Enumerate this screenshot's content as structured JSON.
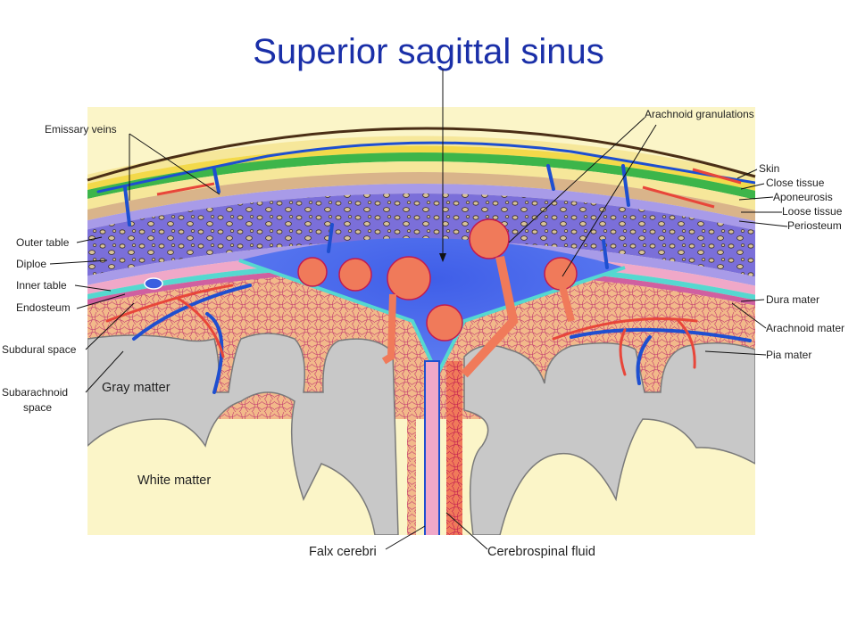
{
  "title": "Superior sagittal sinus",
  "labels": {
    "emissary_veins": "Emissary veins",
    "arachnoid_granulations": "Arachnoid granulations",
    "skin": "Skin",
    "close_tissue": "Close tissue",
    "aponeurosis": "Aponeurosis",
    "loose_tissue": "Loose tissue",
    "periosteum": "Periosteum",
    "outer_table": "Outer table",
    "diploe": "Diploe",
    "inner_table": "Inner table",
    "endosteum": "Endosteum",
    "subdural_space": "Subdural space",
    "subarachnoid_space_line1": "Subarachnoid",
    "subarachnoid_space_line2": "space",
    "dura_mater": "Dura mater",
    "arachnoid_mater": "Arachnoid mater",
    "pia_mater": "Pia mater",
    "gray_matter": "Gray matter",
    "white_matter": "White matter",
    "falx_cerebri": "Falx cerebri",
    "cerebrospinal_fluid": "Cerebrospinal fluid"
  },
  "colors": {
    "title": "#1a2fa8",
    "skin_dark": "#5a3a1a",
    "close_tissue": "#f3d94a",
    "aponeurosis": "#3db54a",
    "loose_tissue": "#f6e79a",
    "periosteum": "#d9b48a",
    "diploe": "#7b6fd9",
    "sinus": "#3a5fe0",
    "dura": "#f0a8c8",
    "subarachnoid": "#f2b98a",
    "gray_matter": "#c8c8c8",
    "white_matter": "#fbf5c8",
    "vein": "#1e4fd0",
    "artery": "#e8463a",
    "arachnoid_space": "#55d8d0"
  }
}
